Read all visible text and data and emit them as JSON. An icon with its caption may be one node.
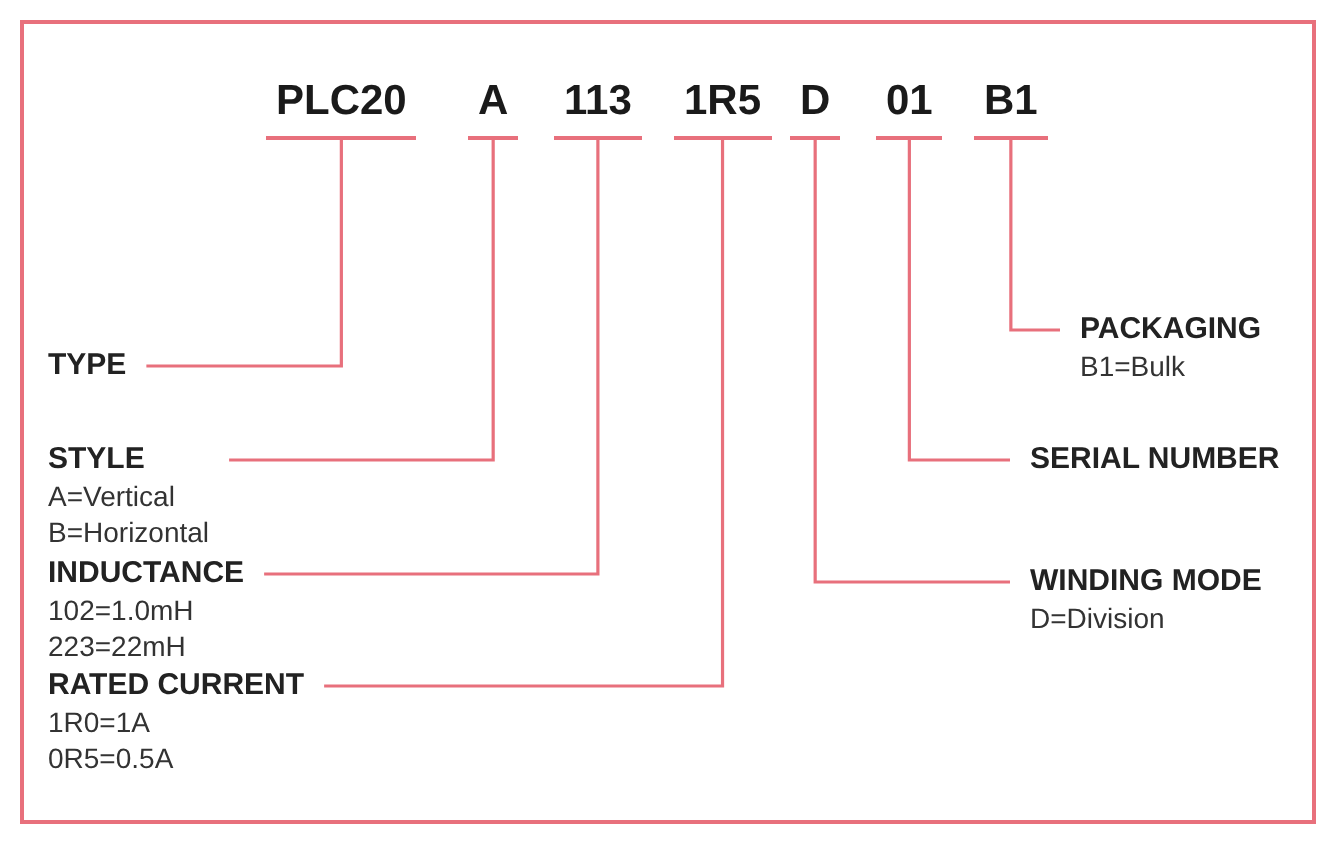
{
  "diagram": {
    "nodes": [
      {
        "text": [
          "PLC20"
        ]
      },
      {
        "text": [
          "A"
        ]
      },
      {
        "text": [
          "113"
        ]
      },
      {
        "text": [
          "1R5"
        ]
      },
      {
        "text": [
          "D"
        ]
      },
      {
        "text": [
          "01"
        ]
      },
      {
        "text": [
          "B1"
        ]
      },
      {
        "text": [
          "PACKAGING",
          "B1=Bulk"
        ]
      },
      {
        "text": [
          "TYPE"
        ]
      },
      {
        "text": [
          "STYLE",
          "A=Vertical",
          "B=Horizontal"
        ]
      },
      {
        "text": [
          "SERIAL NUMBER"
        ]
      },
      {
        "text": [
          "INDUCTANCE",
          "102=1.0mH",
          "223=22mH"
        ]
      },
      {
        "text": [
          "WINDING MODE",
          "D=Division"
        ]
      },
      {
        "text": [
          "RATED CURRENT",
          "1R0=1A",
          "0R5=0.5A"
        ]
      }
    ],
    "edges": [
      {
        "from": 8,
        "to": 0,
        "arrow": "none"
      },
      {
        "from": 9,
        "to": 1,
        "arrow": "none"
      },
      {
        "from": 11,
        "to": 2,
        "arrow": "none"
      },
      {
        "from": 13,
        "to": 3,
        "arrow": "none"
      },
      {
        "from": 12,
        "to": 4,
        "arrow": "none"
      },
      {
        "from": 10,
        "to": 5,
        "arrow": "none"
      },
      {
        "from": 7,
        "to": 6,
        "arrow": "none"
      }
    ]
  }
}
